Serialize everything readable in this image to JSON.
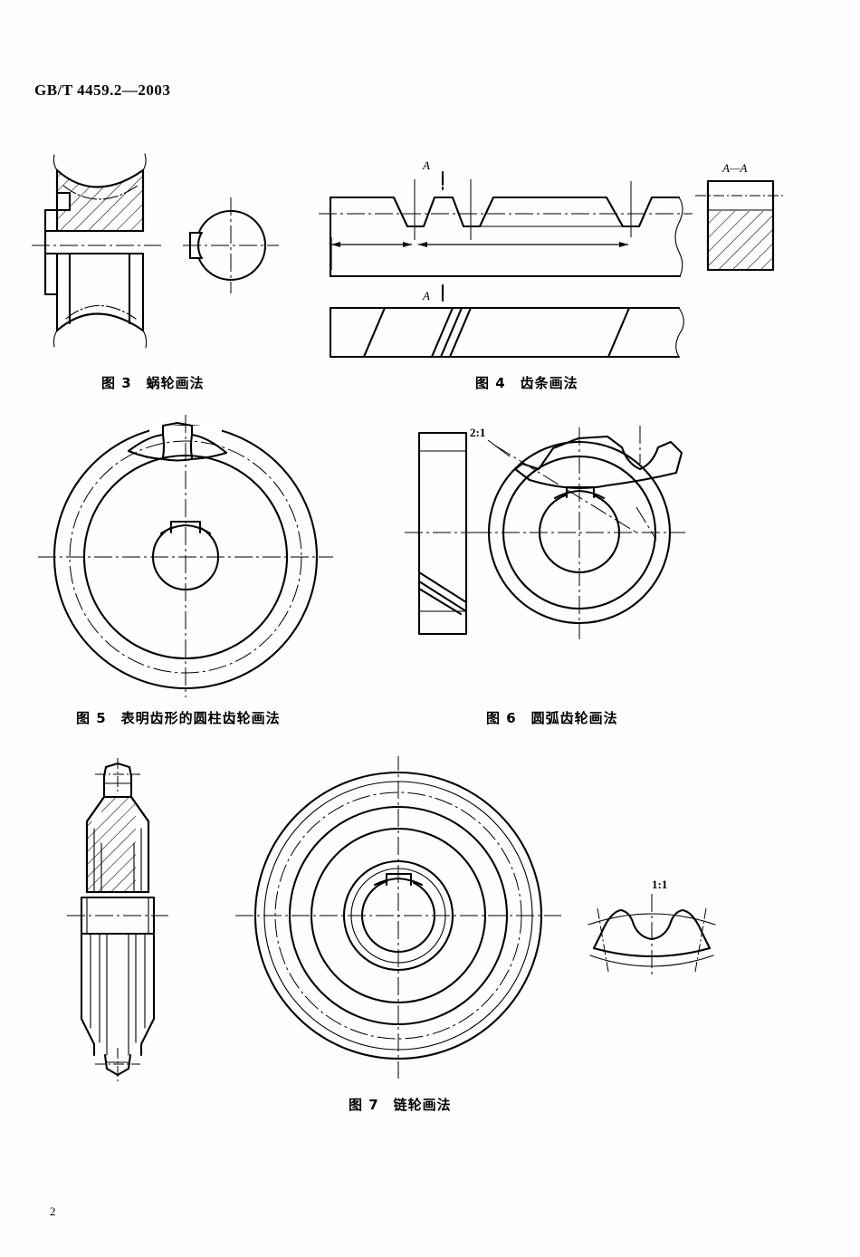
{
  "document": {
    "standard_number": "GB/T 4459.2—2003",
    "page_number": "2"
  },
  "figures": [
    {
      "id": "figure-3",
      "caption": "图 3　蜗轮画法",
      "number": "图 3",
      "title": "蜗轮画法",
      "views": [
        "sectional-side-view",
        "end-view-circle-with-keyway"
      ],
      "labels": []
    },
    {
      "id": "figure-4",
      "caption": "图 4　齿条画法",
      "number": "图 4",
      "title": "齿条画法",
      "views": [
        "rack-front-view",
        "section-a-a",
        "rack-top-view"
      ],
      "labels": {
        "section_mark_top": "A",
        "section_mark_bottom": "A",
        "section_view_title": "A—A"
      }
    },
    {
      "id": "figure-5",
      "caption": "图 5　表明齿形的圆柱齿轮画法",
      "number": "图 5",
      "title": "表明齿形的圆柱齿轮画法",
      "views": [
        "gear-front-view-with-tooth-profile"
      ],
      "labels": []
    },
    {
      "id": "figure-6",
      "caption": "图 6　圆弧齿轮画法",
      "number": "图 6",
      "title": "圆弧齿轮画法",
      "views": [
        "side-view",
        "front-view",
        "enlarged-tooth-detail"
      ],
      "labels": {
        "detail_scale": "2:1"
      }
    },
    {
      "id": "figure-7",
      "caption": "图 7　链轮画法",
      "number": "图 7",
      "title": "链轮画法",
      "views": [
        "sprocket-sectional-side-view",
        "sprocket-front-view",
        "enlarged-tooth-detail"
      ],
      "labels": {
        "detail_scale": "1:1"
      }
    }
  ],
  "colors": {
    "ink": "#000000",
    "paper": "#ffffff"
  }
}
